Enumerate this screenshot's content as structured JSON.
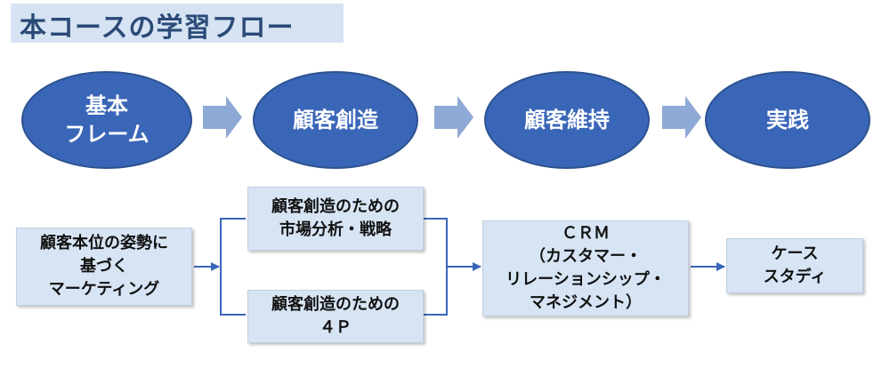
{
  "title": "本コースの学習フロー",
  "top_flow": [
    {
      "label": "基本\nフレーム"
    },
    {
      "label": "顧客創造"
    },
    {
      "label": "顧客維持"
    },
    {
      "label": "実践"
    }
  ],
  "bottom_flow": {
    "start": "顧客本位の姿勢に\n基づく\nマーケティング",
    "branch_upper": "顧客創造のための\n市場分析・戦略",
    "branch_lower": "顧客創造のための\n４Ｐ",
    "crm": "ＣＲＭ\n（カスタマー・\nリレーションシップ・\nマネジメント）",
    "case": "ケース\nスタディ"
  },
  "colors": {
    "ellipse_fill": "#3a66b8",
    "chevron_fill": "#8fa9d6",
    "box_fill": "#d7e4f4",
    "connector": "#3a66b8",
    "title_bg": "#d6e3f3"
  }
}
